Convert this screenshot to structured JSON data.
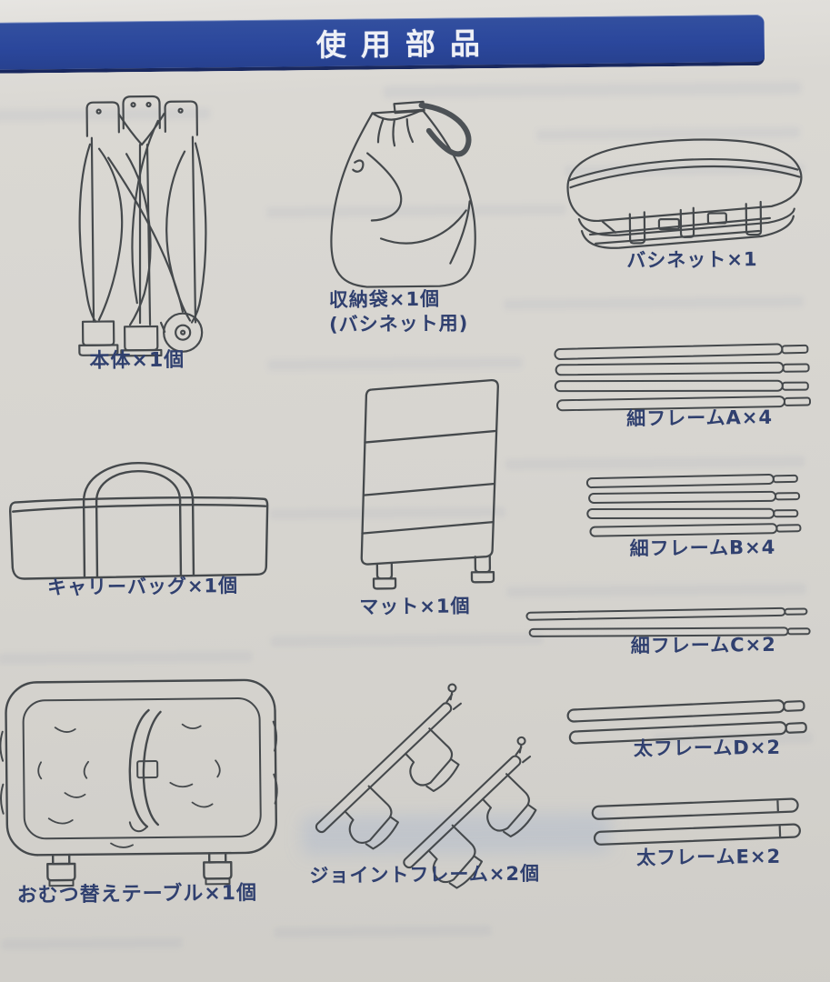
{
  "header": {
    "title": "使用部品"
  },
  "items": [
    {
      "id": "main-unit",
      "label": "本体×1個",
      "icon": "folded-playpen-line-art"
    },
    {
      "id": "storage-bag",
      "label": "収納袋×1個",
      "sublabel": "(バシネット用)",
      "icon": "drawstring-bag-line-art"
    },
    {
      "id": "bassinet",
      "label": "バシネット×1",
      "icon": "folded-bassinet-line-art"
    },
    {
      "id": "thin-frame-a",
      "label": "細フレームA×4",
      "icon": "four-thin-rods-line-art"
    },
    {
      "id": "carry-bag",
      "label": "キャリーバッグ×1個",
      "icon": "carry-bag-line-art"
    },
    {
      "id": "mat",
      "label": "マット×1個",
      "icon": "mat-panel-line-art"
    },
    {
      "id": "thin-frame-b",
      "label": "細フレームB×4",
      "icon": "four-thin-rods-line-art"
    },
    {
      "id": "thin-frame-c",
      "label": "細フレームC×2",
      "icon": "two-thin-rods-line-art"
    },
    {
      "id": "thick-frame-d",
      "label": "太フレームD×2",
      "icon": "two-thick-rods-line-art"
    },
    {
      "id": "diaper-table",
      "label": "おむつ替えテーブル×1個",
      "icon": "changing-table-line-art"
    },
    {
      "id": "joint-frame",
      "label": "ジョイントフレーム×2個",
      "icon": "joint-frame-line-art"
    },
    {
      "id": "thick-frame-e",
      "label": "太フレームE×2",
      "icon": "two-thick-rods-line-art"
    }
  ],
  "colors": {
    "banner_blue": "#2b479c",
    "banner_underline": "#19285e",
    "label_ink": "#30406f",
    "line_art": "#45494c",
    "paper": "#d6d4cf"
  }
}
